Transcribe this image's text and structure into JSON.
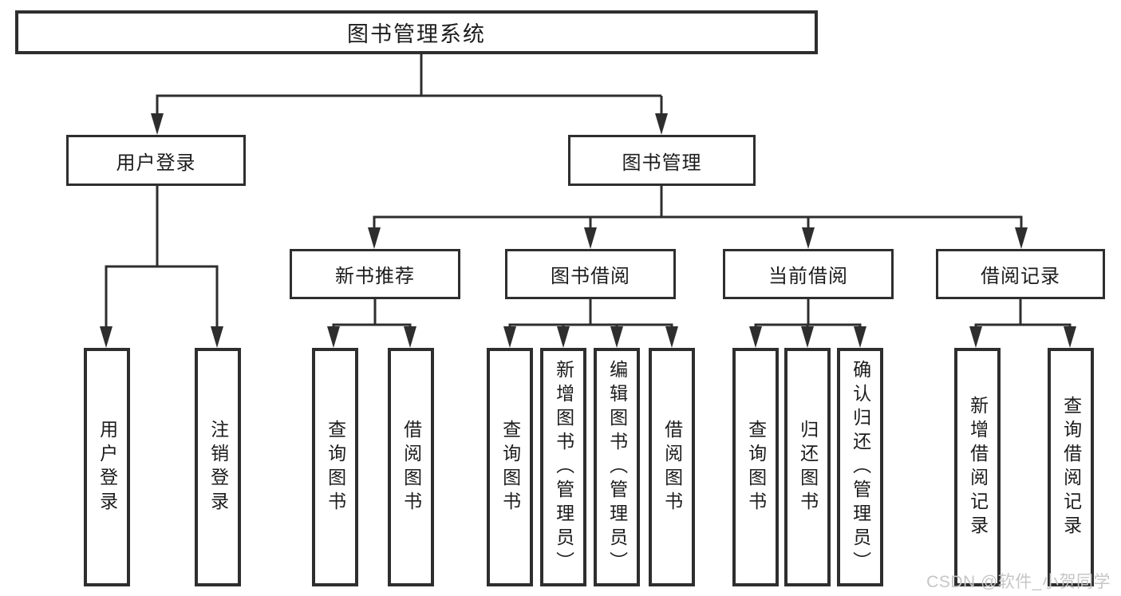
{
  "tree": {
    "root": {
      "label": "图书管理系统"
    },
    "children": [
      {
        "label": "用户登录",
        "children": [
          {
            "label": "用户登录"
          },
          {
            "label": "注销登录"
          }
        ]
      },
      {
        "label": "图书管理",
        "children": [
          {
            "label": "新书推荐",
            "children": [
              {
                "label": "查询图书"
              },
              {
                "label": "借阅图书"
              }
            ]
          },
          {
            "label": "图书借阅",
            "children": [
              {
                "label": "查询图书"
              },
              {
                "label": "新增图书（管理员）"
              },
              {
                "label": "编辑图书（管理员）"
              },
              {
                "label": "借阅图书"
              }
            ]
          },
          {
            "label": "当前借阅",
            "children": [
              {
                "label": "查询图书"
              },
              {
                "label": "归还图书"
              },
              {
                "label": "确认归还（管理员）"
              }
            ]
          },
          {
            "label": "借阅记录",
            "children": [
              {
                "label": "新增借阅记录"
              },
              {
                "label": "查询借阅记录"
              }
            ]
          }
        ]
      }
    ]
  },
  "watermark": {
    "text": "CSDN @软件_小贺同学"
  },
  "colors": {
    "background": "#ffffff",
    "line": "#2e2e2e",
    "box_border": "#2e2e2e",
    "text": "#1c1c1c",
    "watermark": "#c6c6c6"
  }
}
